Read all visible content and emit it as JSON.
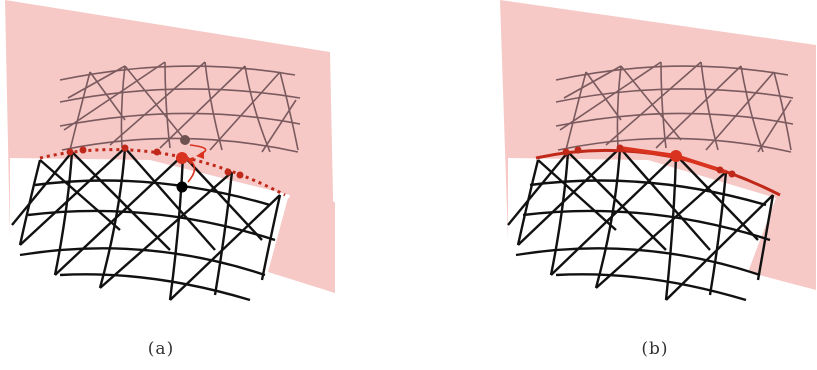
{
  "figure": {
    "panels": [
      {
        "id": "a",
        "caption": "(a)"
      },
      {
        "id": "b",
        "caption": "(b)"
      }
    ]
  },
  "colors": {
    "plane": "#f6c9c6",
    "upper_mesh": "#7a5a5e",
    "lower_mesh": "#111111",
    "highlight": "#d9321e",
    "vertex": "#c0281a",
    "origin_vertex": "#000000",
    "projected_vertex": "#6e5252"
  }
}
